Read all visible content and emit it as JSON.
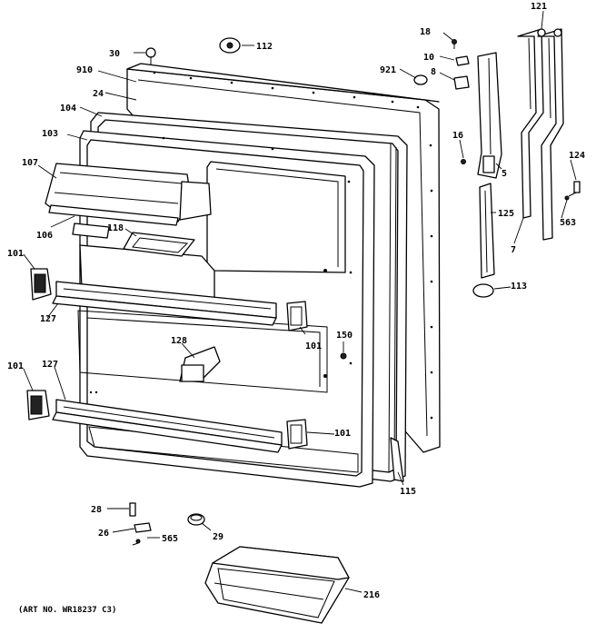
{
  "diagram": {
    "labels": {
      "p121": "121",
      "p18": "18",
      "p30": "30",
      "p112": "112",
      "p10": "10",
      "p910": "910",
      "p921": "921",
      "p8": "8",
      "p24": "24",
      "p104": "104",
      "p103": "103",
      "p16": "16",
      "p124": "124",
      "p107": "107",
      "p5": "5",
      "p125": "125",
      "p563": "563",
      "p106": "106",
      "p118": "118",
      "p7": "7",
      "p101a": "101",
      "p113": "113",
      "p127a": "127",
      "p101b": "101",
      "p150": "150",
      "p128": "128",
      "p101c": "101",
      "p127b": "127",
      "p101d": "101",
      "p115": "115",
      "p28": "28",
      "p26": "26",
      "p565": "565",
      "p29": "29",
      "p216": "216"
    },
    "art_number": "(ART NO. WR18237 C3)"
  }
}
